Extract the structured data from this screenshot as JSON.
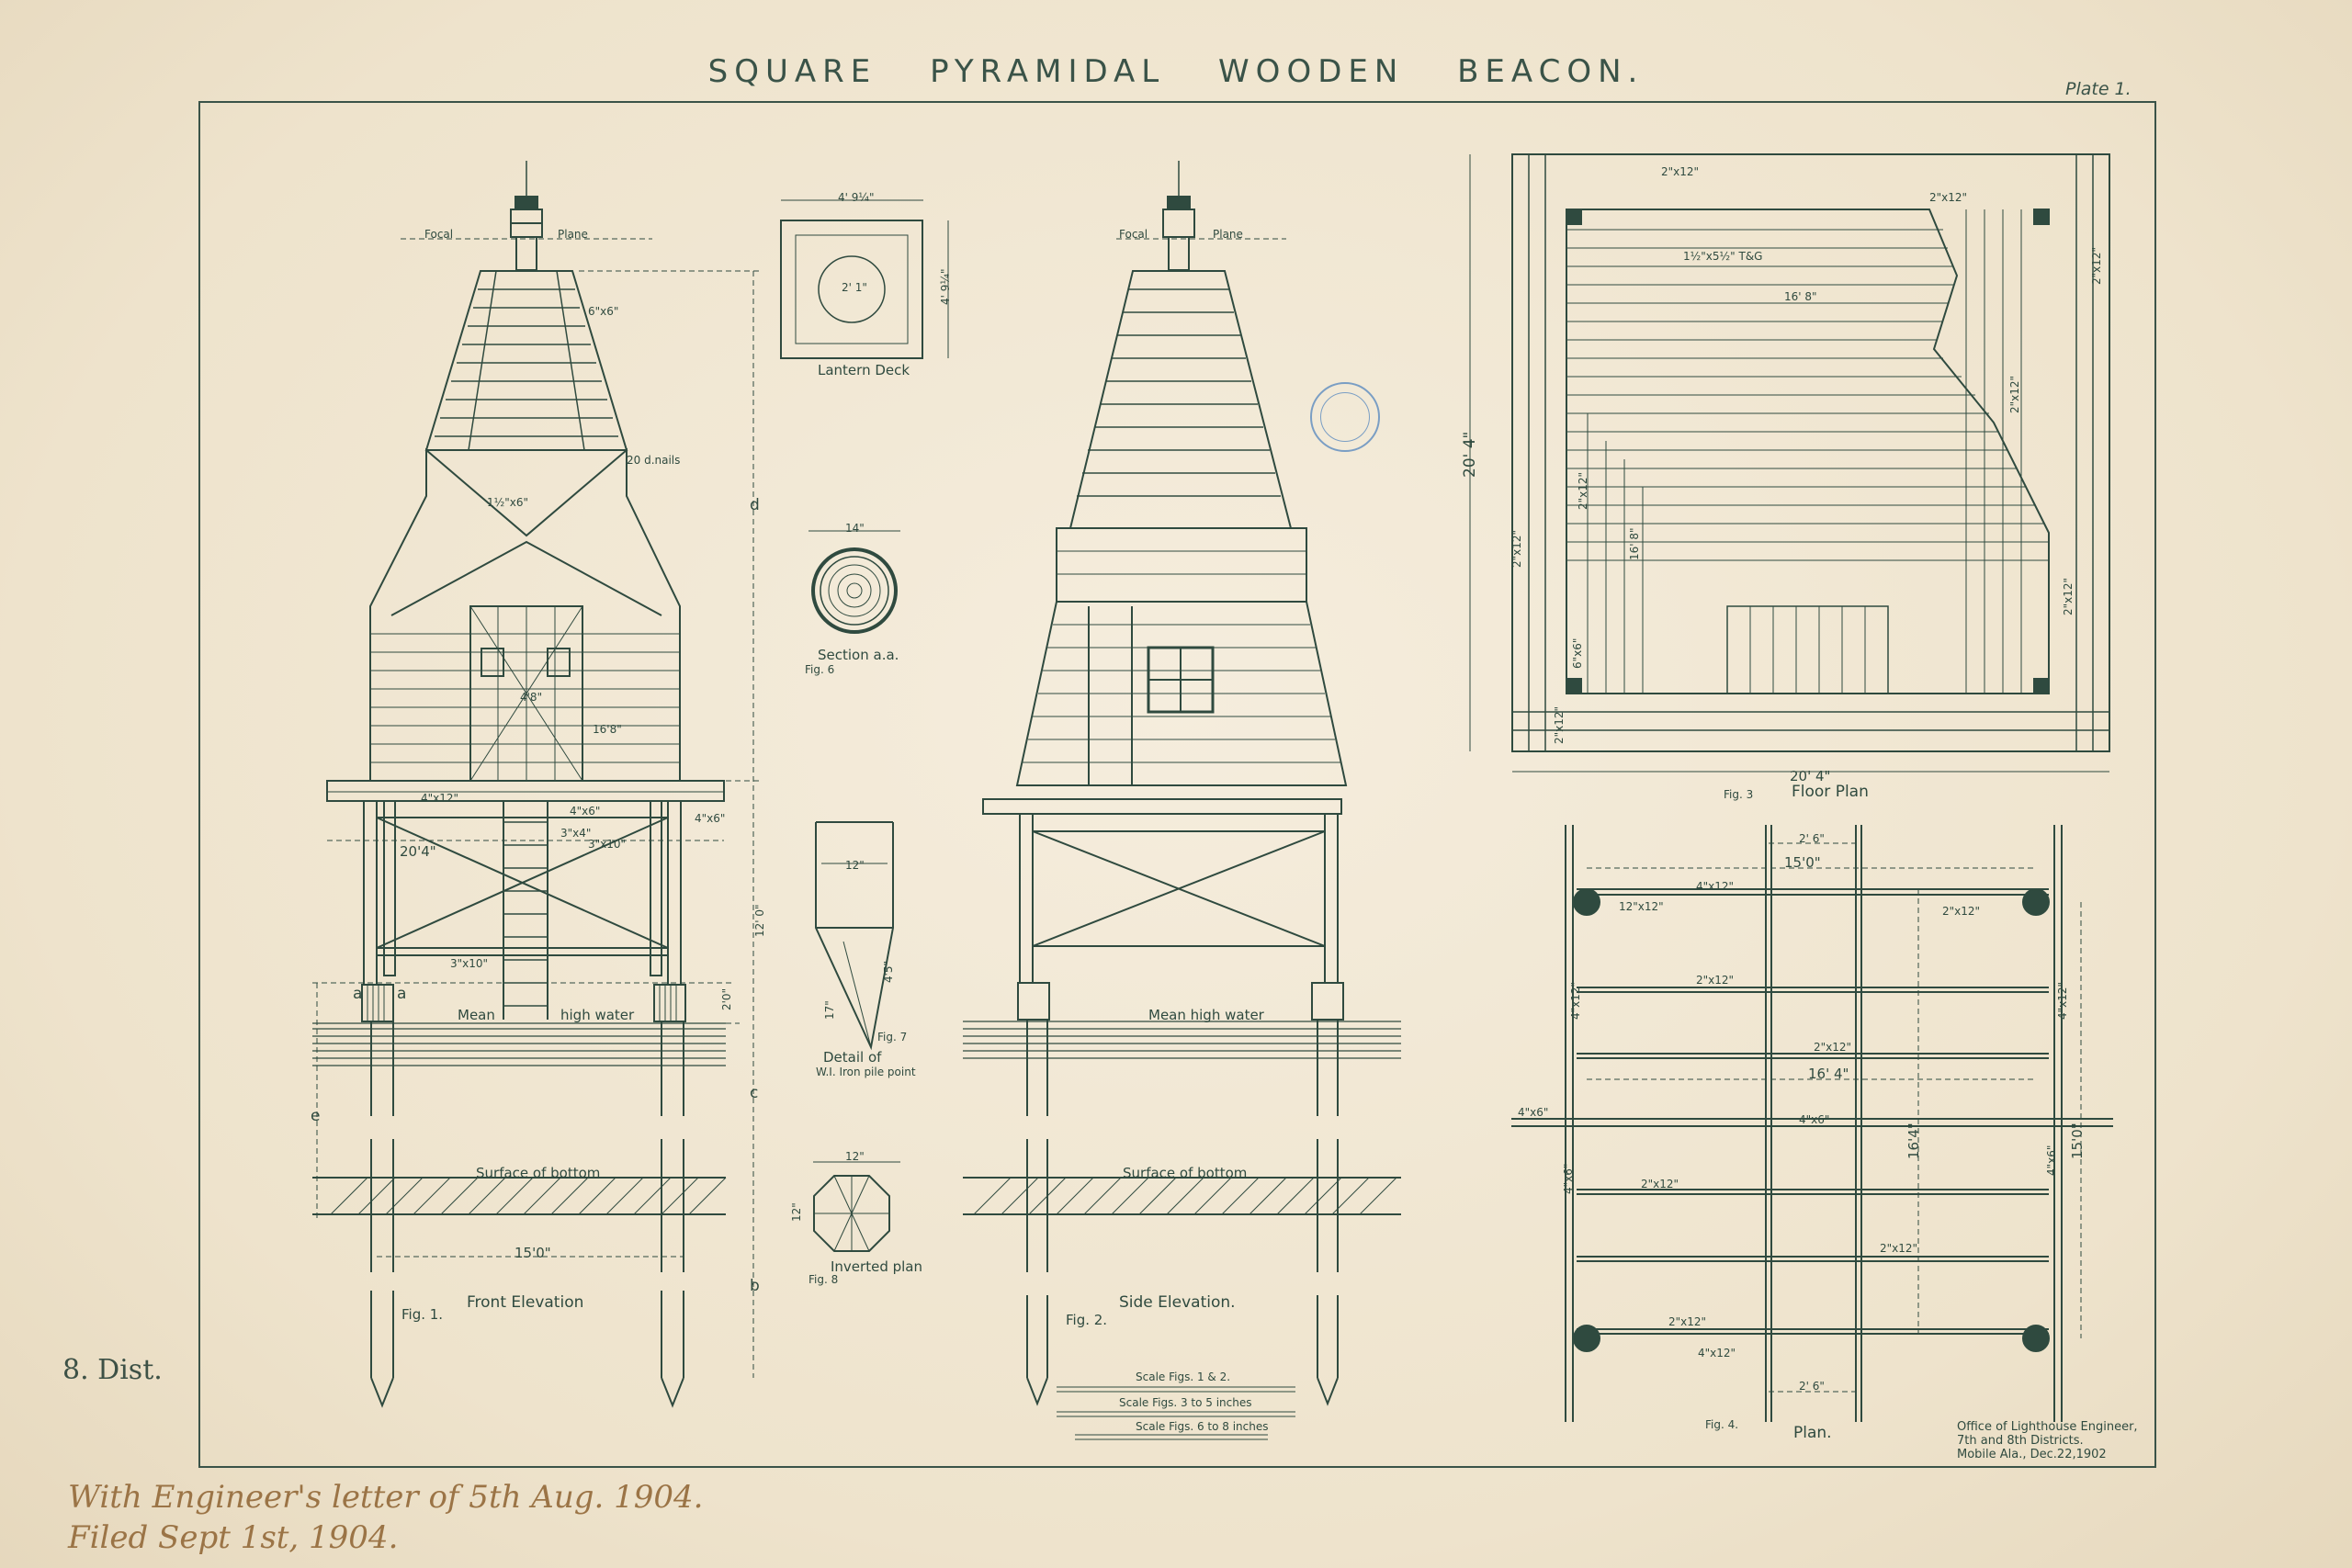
{
  "title": "SQUARE   PYRAMIDAL   WOODEN   BEACON.",
  "plate": "Plate 1.",
  "district": "8. Dist.",
  "handwriting": {
    "line1": "With Engineer's letter of 5th Aug. 1904.",
    "line2": "Filed Sept 1st, 1904."
  },
  "office": {
    "line1": "Office of Lighthouse Engineer,",
    "line2": "7th and 8th Districts.",
    "line3": "Mobile Ala., Dec.22,1902"
  },
  "fig1": {
    "caption_num": "Fig. 1.",
    "caption": "Front Elevation",
    "focal_left": "Focal",
    "focal_right": "Plane",
    "dim_6x6": "6\"x6\"",
    "nails": "20 d.nails",
    "dim_1_5x6": "1½\"x6\"",
    "dim_4_8": "4'8\"",
    "dim_16_8": "16'8\"",
    "dim_4x12": "4\"x12\"",
    "dim_4x6a": "4\"x6\"",
    "dim_4x6b": "4\"x6\"",
    "dim_3x4": "3\"x4\"",
    "dim_3x10a": "3\"x10\"",
    "dim_3x10b": "3\"x10\"",
    "dim_20_4": "20'4\"",
    "dim_12_0": "12' 0\"",
    "dim_2_0": "2'0\"",
    "mean": "Mean",
    "high_water": "high water",
    "surface": "Surface of bottom",
    "dim_15_0": "15'0\"",
    "letter_a1": "a",
    "letter_a2": "a",
    "letter_d": "d",
    "letter_c": "c",
    "letter_b": "b",
    "letter_e": "e"
  },
  "lantern": {
    "dim_top": "4' 9¼\"",
    "dim_inner": "2' 1\"",
    "dim_side": "4' 9¼\"",
    "caption": "Lantern Deck"
  },
  "fig6": {
    "dim": "14\"",
    "caption": "Section a.a.",
    "num": "Fig. 6"
  },
  "fig7": {
    "dim": "12\"",
    "d17": "17\"",
    "d45": "4'5\"",
    "num": "Fig. 7",
    "caption1": "Detail of",
    "caption2": "W.I. Iron pile point"
  },
  "fig8": {
    "dim_top": "12\"",
    "dim_side": "12\"",
    "caption": "Inverted plan",
    "num": "Fig. 8"
  },
  "fig2": {
    "caption_num": "Fig. 2.",
    "caption": "Side Elevation.",
    "focal_left": "Focal",
    "focal_right": "Plane",
    "mean": "Mean high water",
    "surface": "Surface of bottom",
    "scale1": "Scale Figs. 1 & 2.",
    "scale2": "Scale Figs. 3 to 5 inches",
    "scale3": "Scale Figs. 6 to 8 inches"
  },
  "fig3": {
    "num": "Fig. 3",
    "caption": "Floor Plan",
    "top_left": "2\"x12\"",
    "top_right": "2\"x12\"",
    "right_top": "2\"x12\"",
    "board": "1½\"x5½\" T&G",
    "span": "16' 8\"",
    "inner_right": "2\"x12\"",
    "inner_left": "2\"x12\"",
    "inner_span": "16' 8\"",
    "left_outer": "2\"x12\"",
    "right_outer": "2\"x12\"",
    "post": "6\"x6\"",
    "corner": "2\"x12\"",
    "height": "20' 4\"",
    "width": "20' 4\""
  },
  "fig4": {
    "num": "Fig. 4.",
    "caption": "Plan.",
    "dim_15_0": "15'0\"",
    "dim_2_6a": "2' 6\"",
    "dim_2_6b": "2' 6\"",
    "j1": "4\"x12\"",
    "j2": "12\"x12\"",
    "j3": "2\"x12\"",
    "j4": "2\"x12\"",
    "j5": "2\"x12\"",
    "span": "16' 4\"",
    "j6": "4\"x6\"",
    "j7": "4\"x6\"",
    "j8": "2\"x12\"",
    "j9": "2\"x12\"",
    "j10": "2\"x12\"",
    "j11": "4\"x12\"",
    "side_left1": "4\"x12\"",
    "side_left2": "4\"x6\"",
    "side_right1": "4\"x6\"",
    "side_right2": "4\"x12\"",
    "height_16_4": "16'4\"",
    "height_15_0": "15'0\""
  },
  "colors": {
    "ink": "#2f4a3f",
    "paper": "#f1e8d6",
    "stamp": "#7a9ec4",
    "pencil": "#9b7446"
  }
}
